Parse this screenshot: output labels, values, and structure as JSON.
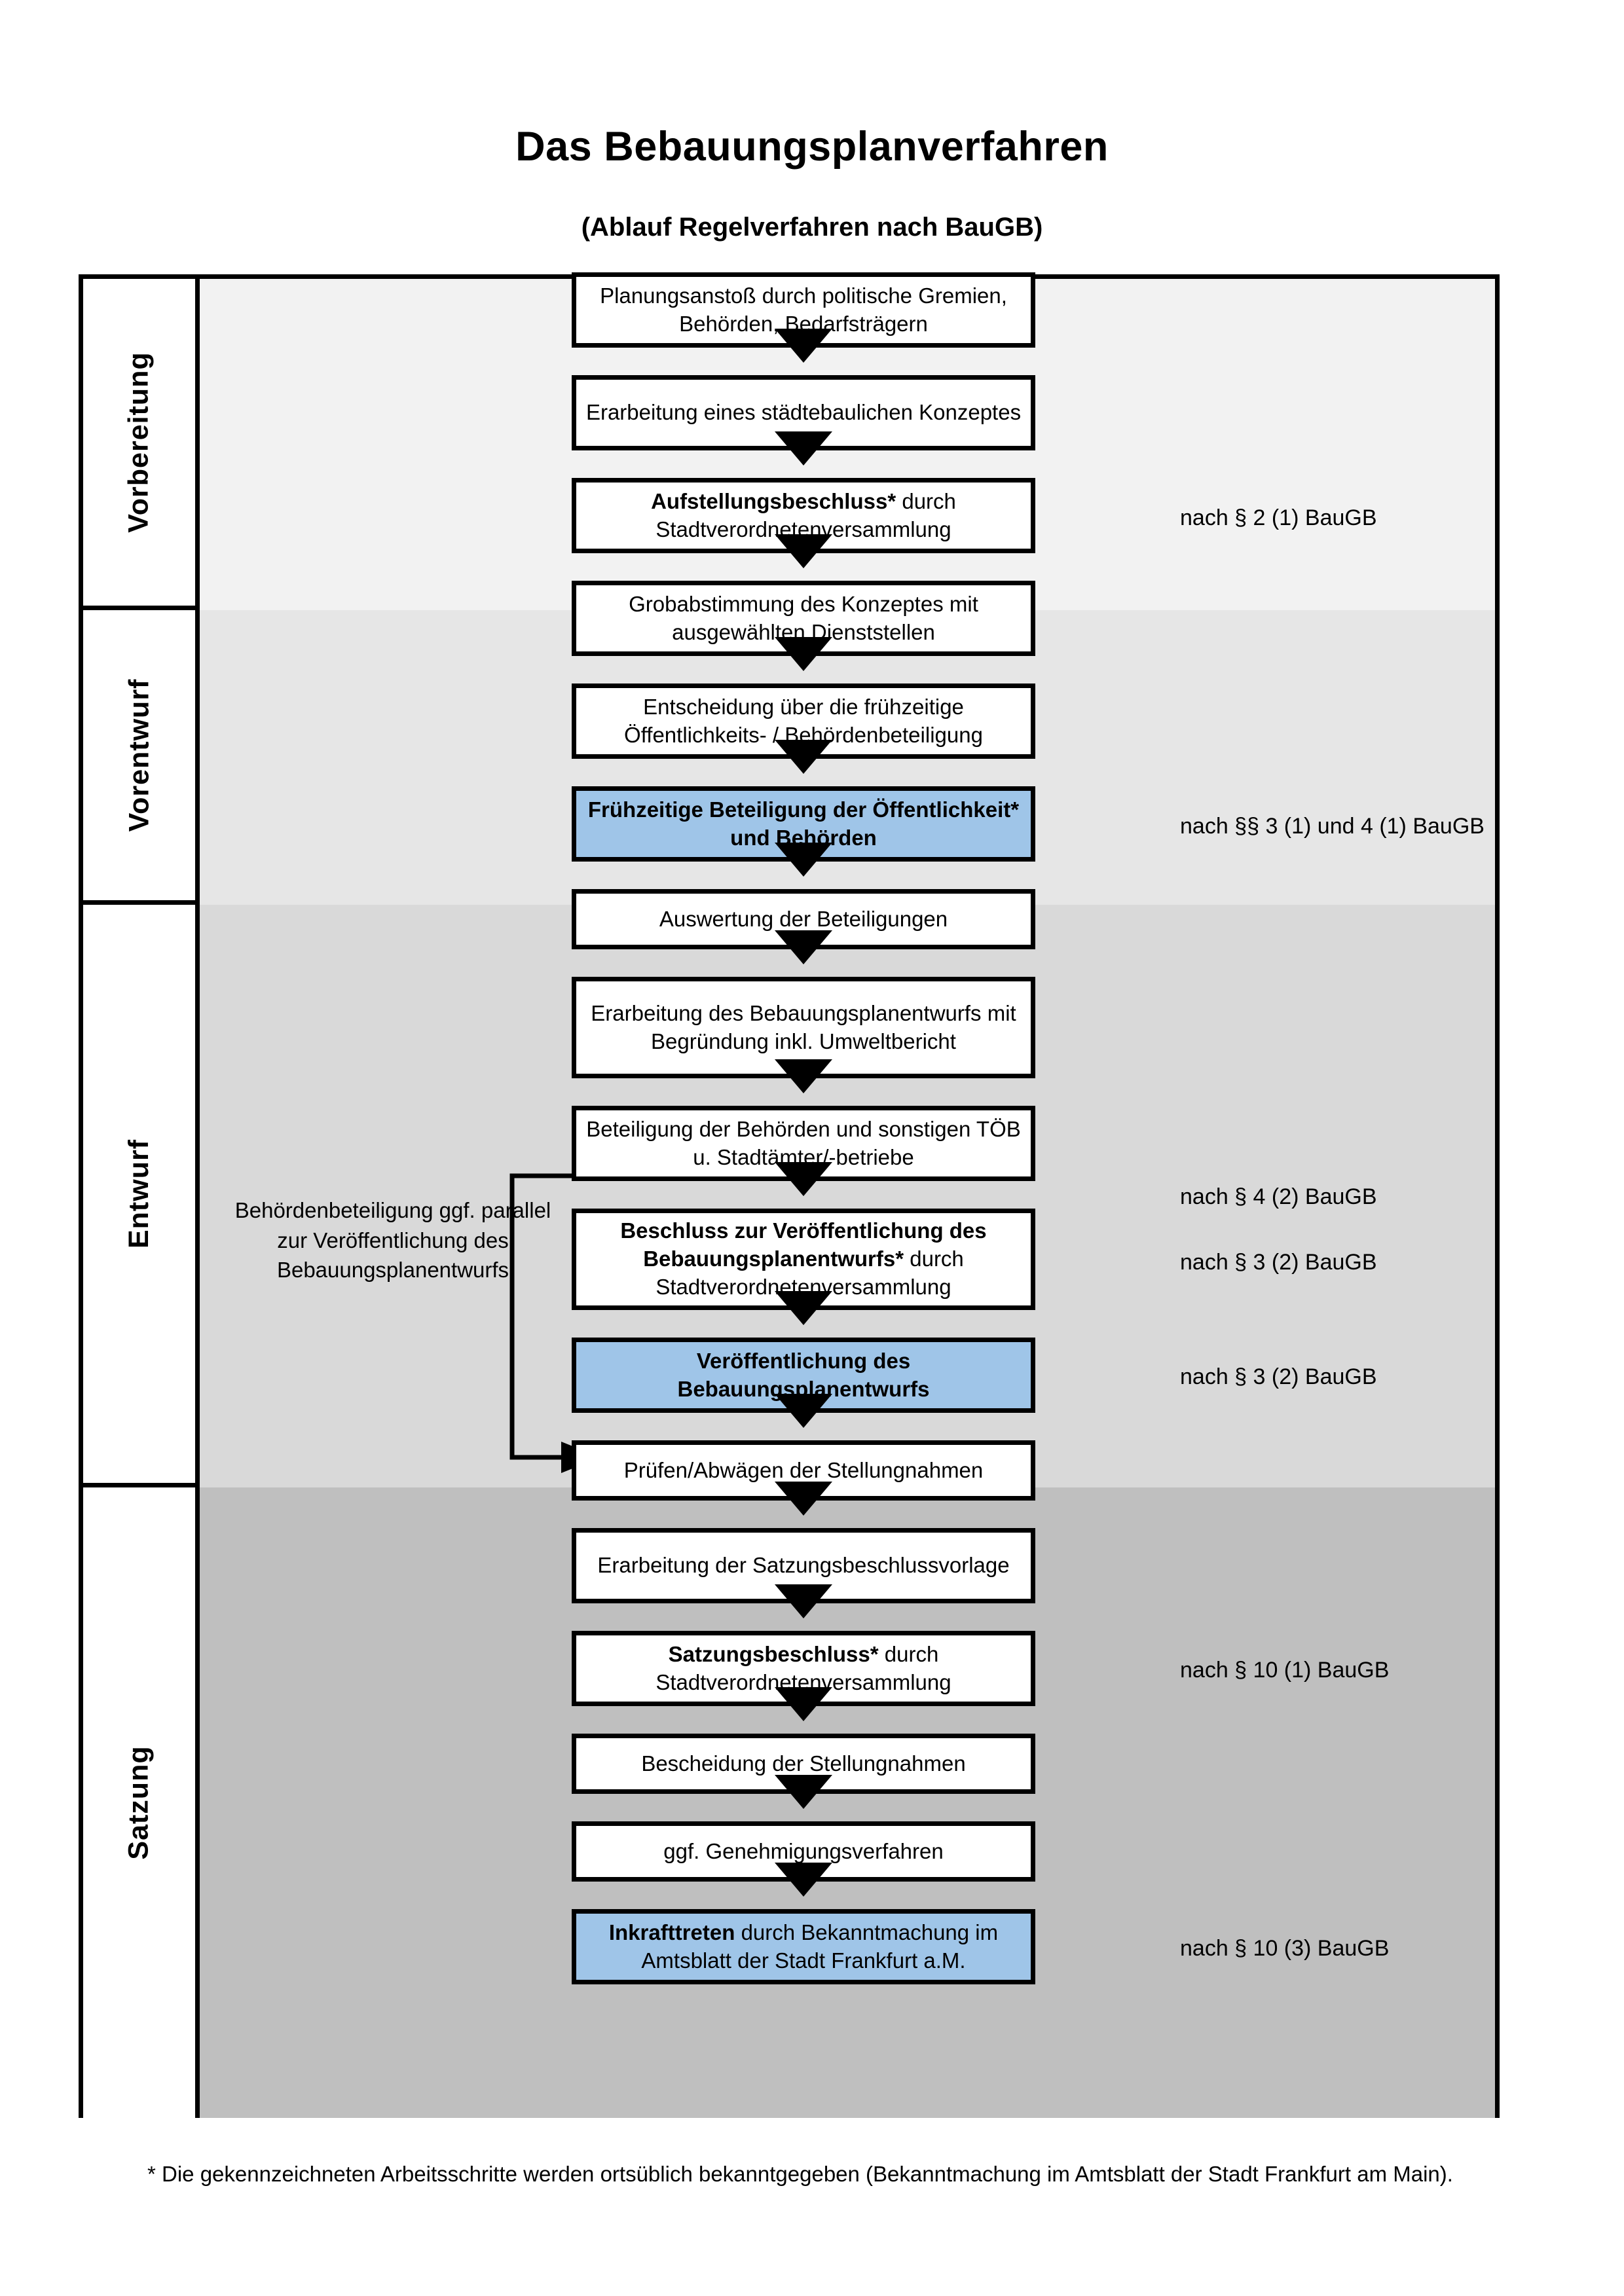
{
  "header": {
    "title": "Das Bebauungsplanverfahren",
    "subtitle": "(Ablauf Regelverfahren nach BauGB)"
  },
  "colors": {
    "highlight_box": "#9fc5e8",
    "band_vorbereitung": "#f2f2f2",
    "band_vorentwurf": "#e6e6e6",
    "band_entwurf": "#d9d9d9",
    "band_satzung": "#bfbfbf",
    "line": "#000000"
  },
  "sections": [
    {
      "id": "vorbereitung",
      "label": "Vorbereitung",
      "steps": [
        {
          "id": "planungsanstoss",
          "text": "Planungsanstoß durch politische Gremien, Behörden, Bedarfsträgern",
          "bold_prefix": "",
          "highlight": false
        },
        {
          "id": "staedtebauliches-konzept",
          "text": "Erarbeitung eines städtebaulichen Konzeptes",
          "bold_prefix": "",
          "highlight": false
        },
        {
          "id": "aufstellungsbeschluss",
          "text": "durch Stadtverordnetenversammlung",
          "bold_prefix": "Aufstellungsbeschluss*",
          "highlight": false
        }
      ],
      "notes": [
        {
          "id": "note-par2-1",
          "text": "nach § 2 (1) BauGB"
        }
      ]
    },
    {
      "id": "vorentwurf",
      "label": "Vorentwurf",
      "steps": [
        {
          "id": "grobabstimmung",
          "text": "Grobabstimmung des Konzeptes mit ausgewählten Dienststellen",
          "bold_prefix": "",
          "highlight": false
        },
        {
          "id": "entscheidung-fruehzeitige",
          "text": "Entscheidung über die frühzeitige Öffentlichkeits- / Behördenbeteiligung",
          "bold_prefix": "",
          "highlight": false
        },
        {
          "id": "fruehzeitige-beteiligung",
          "text": "",
          "bold_prefix": "Frühzeitige Beteiligung der Öffentlichkeit* und Behörden",
          "highlight": true
        }
      ],
      "notes": [
        {
          "id": "note-par3-1-4-1",
          "text": "nach §§ 3 (1) und 4 (1) BauGB"
        }
      ]
    },
    {
      "id": "entwurf",
      "label": "Entwurf",
      "side_note": "Behördenbeteiligung ggf. parallel zur Veröffentlichung des Bebauungsplanentwurfs",
      "steps": [
        {
          "id": "auswertung-beteiligungen",
          "text": "Auswertung der Beteiligungen",
          "bold_prefix": "",
          "highlight": false
        },
        {
          "id": "erarbeitung-entwurf",
          "text": "Erarbeitung des Bebauungsplanentwurfs mit Begründung inkl. Umweltbericht",
          "bold_prefix": "",
          "highlight": false
        },
        {
          "id": "beteiligung-behoerden",
          "text": "Beteiligung der Behörden und sonstigen TÖB u. Stadtämter/-betriebe",
          "bold_prefix": "",
          "highlight": false
        },
        {
          "id": "beschluss-veroeffentlichung",
          "text": "durch Stadtverordnetenversammlung",
          "bold_prefix": "Beschluss zur Veröffentlichung des Bebauungsplanentwurfs*",
          "highlight": false
        },
        {
          "id": "veroeffentlichung-entwurf",
          "text": "",
          "bold_prefix": "Veröffentlichung des Bebauungsplanentwurfs",
          "highlight": true
        }
      ],
      "notes": [
        {
          "id": "note-par4-2",
          "text": "nach § 4 (2) BauGB"
        },
        {
          "id": "note-par3-2-a",
          "text": "nach § 3 (2) BauGB"
        },
        {
          "id": "note-par3-2-b",
          "text": "nach § 3 (2) BauGB"
        }
      ]
    },
    {
      "id": "satzung",
      "label": "Satzung",
      "steps": [
        {
          "id": "pruefen-abwaegen",
          "text": "Prüfen/Abwägen der Stellungnahmen",
          "bold_prefix": "",
          "highlight": false
        },
        {
          "id": "erarbeitung-satzungsvorlage",
          "text": "Erarbeitung der Satzungsbeschlussvorlage",
          "bold_prefix": "",
          "highlight": false
        },
        {
          "id": "satzungsbeschluss",
          "text": "durch Stadtverordnetenversammlung",
          "bold_prefix": "Satzungsbeschluss*",
          "highlight": false
        },
        {
          "id": "bescheidung-stellungnahmen",
          "text": "Bescheidung der Stellungnahmen",
          "bold_prefix": "",
          "highlight": false
        },
        {
          "id": "genehmigungsverfahren",
          "text": "ggf. Genehmigungsverfahren",
          "bold_prefix": "",
          "highlight": false
        },
        {
          "id": "inkrafttreten",
          "text": "durch Bekanntmachung im Amtsblatt der Stadt Frankfurt a.M.",
          "bold_prefix": "Inkrafttreten",
          "highlight": true
        }
      ],
      "notes": [
        {
          "id": "note-par10-1",
          "text": "nach § 10 (1) BauGB"
        },
        {
          "id": "note-par10-3",
          "text": "nach § 10 (3) BauGB"
        }
      ]
    }
  ],
  "footnote": "* Die gekennzeichneten Arbeitsschritte werden ortsüblich bekanntgegeben (Bekanntmachung im Amtsblatt  der Stadt Frankfurt am Main)."
}
